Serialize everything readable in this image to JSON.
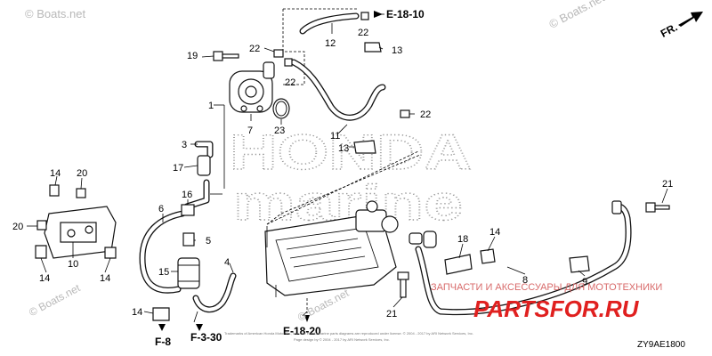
{
  "watermarks": {
    "corner_top_left": "© Boats.net",
    "corner_top_right": "© Boats.net",
    "corner_bottom_left": "© Boats.net",
    "corner_center": "© Boats.net",
    "brand_line1": "HONDA",
    "brand_line2": "marine"
  },
  "direction_label": "FR.",
  "section_refs": {
    "top": "E-18-10",
    "bottom_center": "E-18-20",
    "bottom_left": "F-8",
    "bottom_mid": "F-3-30"
  },
  "callouts": {
    "c1": "1",
    "c3": "3",
    "c4": "4",
    "c5": "5",
    "c6": "6",
    "c7": "7",
    "c8": "8",
    "c10": "10",
    "c11": "11",
    "c12": "12",
    "c13a": "13",
    "c13b": "13",
    "c14a": "14",
    "c14b": "14",
    "c14c": "14",
    "c14d": "14",
    "c14e": "14",
    "c15": "15",
    "c16": "16",
    "c17": "17",
    "c18": "18",
    "c19": "19",
    "c20a": "20",
    "c20b": "20",
    "c21a": "21",
    "c21b": "21",
    "c22a": "22",
    "c22b": "22",
    "c22c": "22",
    "c22d": "22",
    "c23": "23"
  },
  "shop_banner": {
    "line1": "ЗАПЧАСТИ И АКСЕССУАРЫ ДЛЯ МОТОТЕХНИКИ",
    "line2": "PARTSFOR.RU"
  },
  "copyright_line1": "Trademarks of American Honda Motor Co., Inc. The Honda marine parts diagrams are reproduced under license. © 2004 - 2017 by ARI Network Services, Inc.",
  "copyright_line2": "Page design by © 2004 - 2017 by ARI Network Services, Inc.",
  "diagram_code": "ZY9AE1800"
}
